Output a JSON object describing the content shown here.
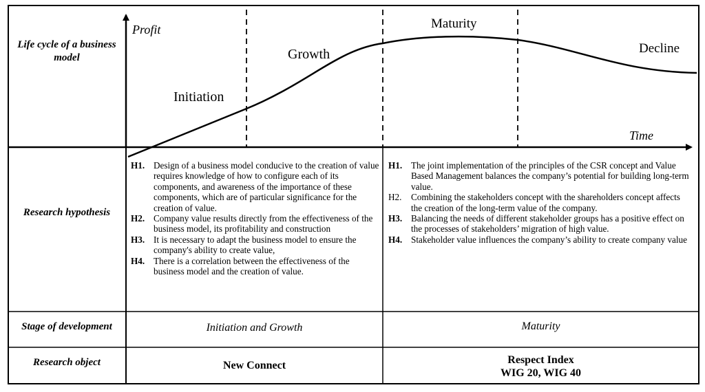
{
  "rows": {
    "life_cycle": "Life cycle of a business model",
    "research_hypothesis": "Research hypothesis",
    "stage_of_development": "Stage of development",
    "research_object": "Research object"
  },
  "axes": {
    "y_label": "Profit",
    "x_label": "Time"
  },
  "stages": {
    "initiation": "Initiation",
    "growth": "Growth",
    "maturity": "Maturity",
    "decline": "Decline"
  },
  "hypotheses_left": [
    {
      "tag": "H1.",
      "text": "Design of a business model conducive to the creation of value requires knowledge of how to configure each of its components, and awareness of the importance of these components, which are of particular significance for the creation of value."
    },
    {
      "tag": "H2.",
      "text": "Company value results directly from the effectiveness of the business model, its profitability and construction"
    },
    {
      "tag": "H3.",
      "text": "It is necessary to adapt the business model to ensure the company's ability to create value,"
    },
    {
      "tag": "H4.",
      "text": "There is a correlation between the effectiveness of the business model and the creation of value."
    }
  ],
  "hypotheses_right": [
    {
      "tag": "H1.",
      "text": "The joint implementation of the principles of the CSR concept and Value Based Management balances the company’s potential for building long-term value."
    },
    {
      "tag": "H2.",
      "text": "Combining the stakeholders concept with the shareholders concept affects the creation of the long-term value of the company."
    },
    {
      "tag": "H3.",
      "text": "Balancing the needs of different stakeholder groups has a positive effect on the processes of stakeholders’ migration of high value."
    },
    {
      "tag": "H4.",
      "text": "Stakeholder value influences the company’s ability to create company value"
    }
  ],
  "stage_of_development": {
    "left": "Initiation and Growth",
    "right": "Maturity"
  },
  "research_object": {
    "left": "New Connect",
    "right_line1": "Respect Index",
    "right_line2": "WIG 20, WIG 40"
  }
}
